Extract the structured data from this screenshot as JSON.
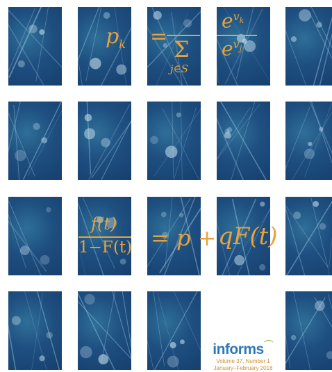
{
  "cover": {
    "formula_top": {
      "lhs": "p",
      "lhs_sub": "k",
      "equals": "=",
      "sum": "Σ",
      "sum_index": "j∈S",
      "num_base": "e",
      "num_exp": "v",
      "num_exp_sub": "k",
      "den_base": "e",
      "den_exp": "v",
      "den_exp_sub": "j"
    },
    "formula_bottom": {
      "numerator": "f(t)",
      "denominator": "1−F(t)",
      "mid": "= p +",
      "right": "qF(t)"
    },
    "publisher": {
      "name": "informs",
      "volume_line": "Volume 37, Number 1",
      "date_line": "January–February 2018"
    },
    "colors": {
      "tile_bg": "#1e4f80",
      "formula": "#e9a23b",
      "brand": "#2c79b8",
      "swoosh": "#8bbd3a"
    }
  }
}
